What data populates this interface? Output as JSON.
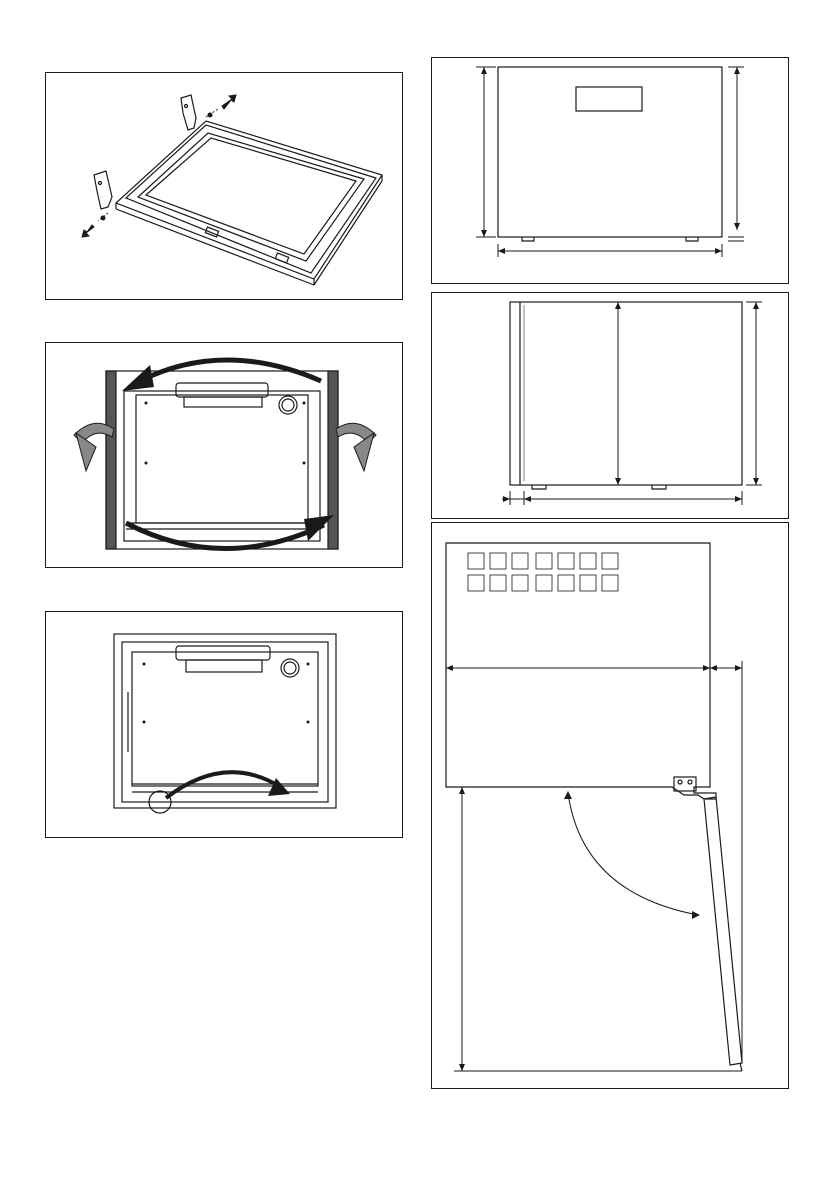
{
  "page": {
    "background": "#ffffff",
    "line_color": "#1a1a1a",
    "figures": [
      {
        "id": "door-glass-removal",
        "icon": "door-with-screws-and-arrows-icon"
      },
      {
        "id": "door-rotate-sides",
        "icon": "rotate-arrows-icon"
      },
      {
        "id": "door-bottom-rotate",
        "icon": "rotate-arrow-icon"
      },
      {
        "id": "front-dimensions",
        "icon": "front-view-dimension-icon"
      },
      {
        "id": "side-dimensions",
        "icon": "side-view-dimension-icon"
      },
      {
        "id": "top-dimensions-door-open",
        "icon": "top-view-door-open-icon"
      }
    ]
  }
}
